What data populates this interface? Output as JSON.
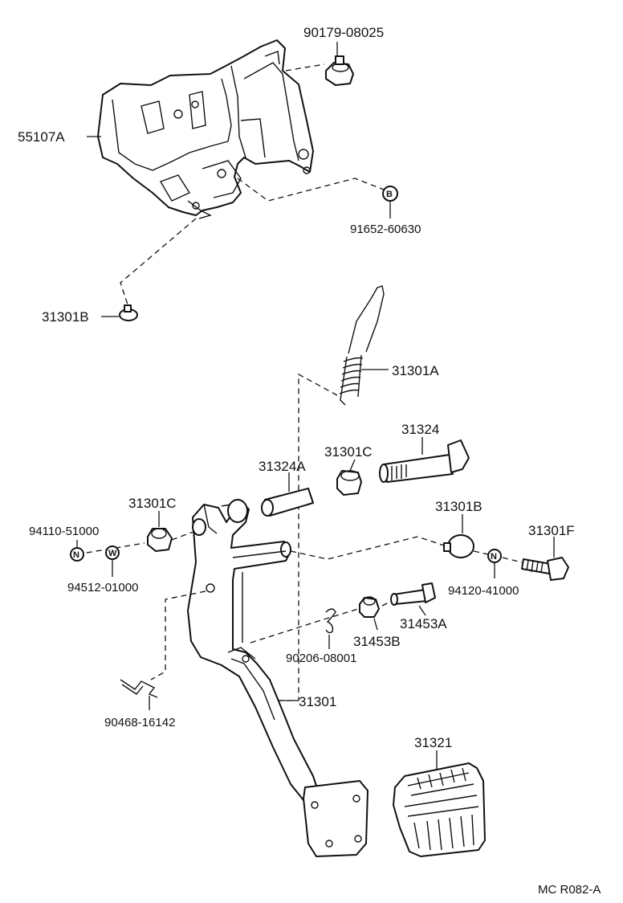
{
  "diagram": {
    "reference_code": "MC R082-A",
    "parts": {
      "bracket": "55107A",
      "bracket_nut": "90179-08025",
      "bracket_bolt": "91652-60630",
      "bracket_bolt_circle": "B",
      "stopper_upper": "31301B",
      "return_spring": "31301A",
      "shaft_bolt": "31324",
      "bushing_right": "31301C",
      "collar": "31324A",
      "bushing_left": "31301C",
      "nut_left": "94110-51000",
      "nut_left_circle": "N",
      "washer_left": "94512-01000",
      "washer_left_circle": "W",
      "stopper_right": "31301B",
      "bolt_right": "31301F",
      "nut_right": "94120-41000",
      "nut_right_circle": "N",
      "pin": "31453A",
      "pin_bushing": "31453B",
      "clip_pin": "90206-08001",
      "clip": "90468-16142",
      "pedal_arm": "31301",
      "pedal_pad": "31321"
    }
  }
}
